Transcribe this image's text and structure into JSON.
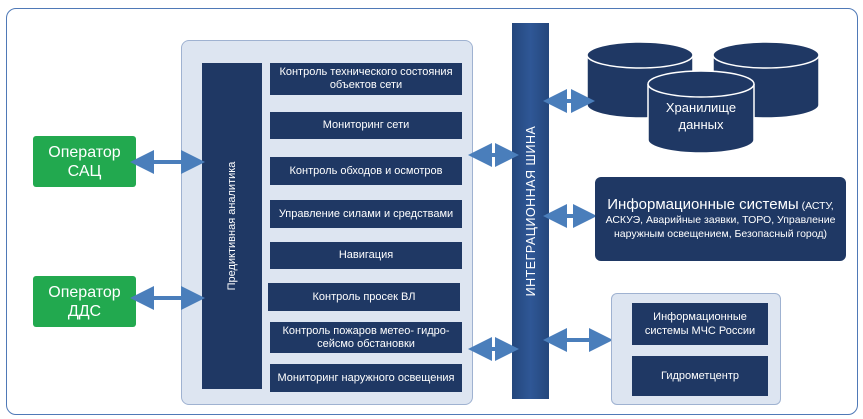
{
  "operators": [
    {
      "line1": "Оператор",
      "line2": "САЦ"
    },
    {
      "line1": "Оператор",
      "line2": "ДДС"
    }
  ],
  "analytics_label": "Предиктивная аналитика",
  "functions": [
    {
      "line1": "Контроль технического состояния",
      "line2": "объектов сети"
    },
    {
      "line1": "Мониторинг сети",
      "line2": ""
    },
    {
      "line1": "Контроль обходов и осмотров",
      "line2": ""
    },
    {
      "line1": "Управление силами и средствами",
      "line2": ""
    },
    {
      "line1": "Навигация",
      "line2": ""
    },
    {
      "line1": "Контроль просек ВЛ",
      "line2": ""
    },
    {
      "line1": "Контроль пожаров метео- гидро-",
      "line2": "сейсмо обстановки"
    },
    {
      "line1": "Мониторинг наружного освещения",
      "line2": ""
    }
  ],
  "integration_bus_label": "ИНТЕГРАЦИОННАЯ ШИНА",
  "storage": {
    "line1": "Хранилище",
    "line2": "данных"
  },
  "info_systems": {
    "title": "Информационные системы",
    "details": "(АСТУ, АСКУЭ, Аварийные заявки, ТОРО, Управление наружным освещением, Безопасный город)"
  },
  "mchs_items": [
    {
      "line1": "Информационные",
      "line2": "системы МЧС России"
    },
    {
      "line1": "Гидрометцентр",
      "line2": ""
    }
  ],
  "colors": {
    "operator_green": "#22a94f",
    "dark_navy": "#1f3864",
    "panel_fill": "#dde5f1",
    "arrow_blue": "#4a7ebb",
    "frame_blue": "#4f79b7"
  }
}
